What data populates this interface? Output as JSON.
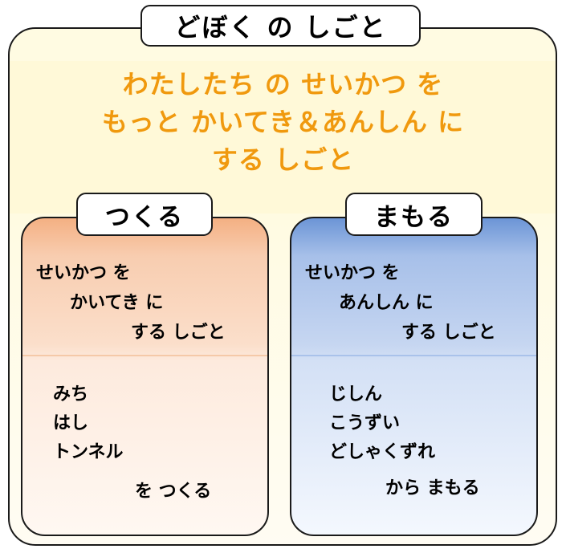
{
  "title": "どぼく の しごと",
  "mission": {
    "lines": [
      "わたしたち の せいかつ を",
      "もっと かいてき＆あんしん に",
      "する しごと"
    ],
    "color": "#f0990e"
  },
  "panels": [
    {
      "heading": "つくる",
      "description": [
        "せいかつ を",
        "かいてき に",
        "する しごと"
      ],
      "items": [
        "みち",
        "はし",
        "トンネル"
      ],
      "tail": "を つくる",
      "color": "#f4b083"
    },
    {
      "heading": "まもる",
      "description": [
        "せいかつ を",
        "あんしん に",
        "する しごと"
      ],
      "items": [
        "じしん",
        "こうずい",
        "どしゃくずれ"
      ],
      "tail": "から まもる",
      "color": "#6c95d6"
    }
  ]
}
